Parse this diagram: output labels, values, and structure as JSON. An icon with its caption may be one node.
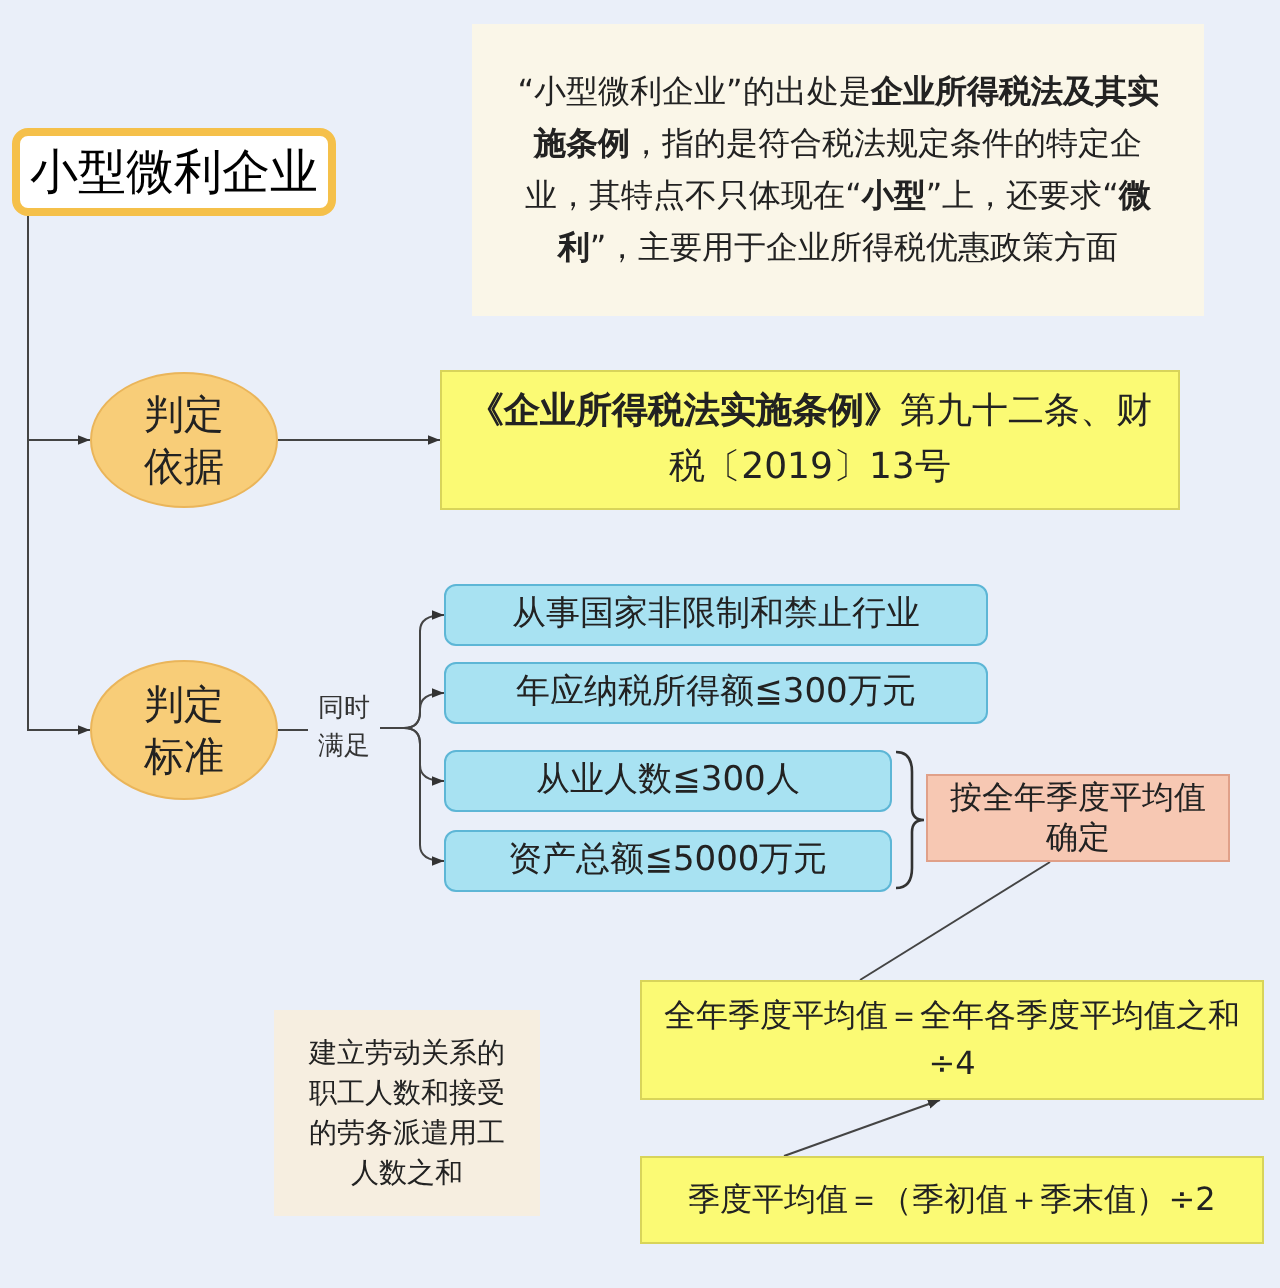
{
  "diagram": {
    "nodes": [
      {
        "text": [
          "小型微利企业"
        ]
      },
      {
        "text": [
          "“小型微利企业”的出处是**企业所得税法及其实施条例**，指的是符合税法规定条件的特定企业，其特点不只体现在“**小型**”上，还要求“**微利**”，主要用于企业所得税优惠政策方面"
        ]
      },
      {
        "text": [
          "判定依据"
        ]
      },
      {
        "text": [
          "**《企业所得税法实施条例》**第九十二条、财税〔2019〕13号"
        ]
      },
      {
        "text": [
          "判定标准"
        ]
      },
      {
        "text": [
          "同时满足"
        ]
      },
      {
        "text": [
          "从事国家非限制和禁止行业"
        ]
      },
      {
        "text": [
          "年应纳税所得额≦300万元"
        ]
      },
      {
        "text": [
          "从业人数≦300人"
        ]
      },
      {
        "text": [
          "资产总额≦5000万元"
        ]
      },
      {
        "text": [
          "按全年季度平均值确定"
        ]
      },
      {
        "text": [
          "全年季度平均值＝全年各季度平均值之和÷4"
        ]
      },
      {
        "text": [
          "季度平均值＝（季初值＋季末值）÷2"
        ]
      },
      {
        "text": [
          "建立劳动关系的职工人数和接受的劳务派遣用工人数之和"
        ]
      }
    ],
    "edges": [
      {
        "from": 0,
        "to": 2,
        "arrow": "to"
      },
      {
        "from": 0,
        "to": 4,
        "arrow": "to"
      },
      {
        "from": 2,
        "to": 3,
        "arrow": "to"
      },
      {
        "from": 4,
        "to": 5,
        "arrow": "none"
      },
      {
        "from": 5,
        "to": 6,
        "arrow": "to"
      },
      {
        "from": 5,
        "to": 7,
        "arrow": "to"
      },
      {
        "from": 5,
        "to": 8,
        "arrow": "to"
      },
      {
        "from": 5,
        "to": 9,
        "arrow": "to"
      },
      {
        "from": 10,
        "to": 11,
        "arrow": "none"
      },
      {
        "from": 12,
        "to": 11,
        "arrow": "to"
      }
    ]
  }
}
